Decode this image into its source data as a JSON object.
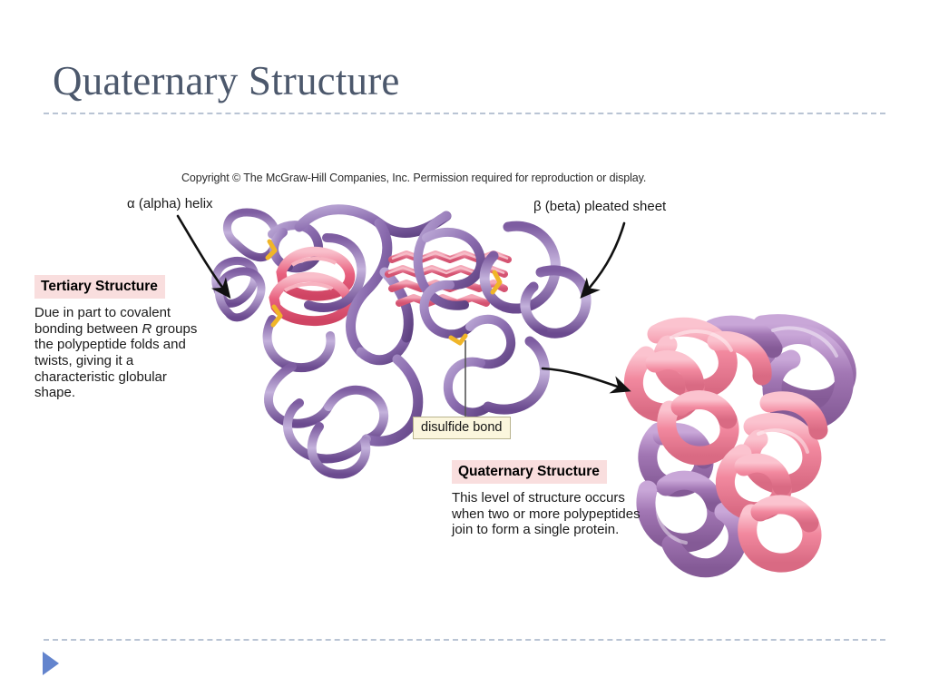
{
  "slide": {
    "title": "Quaternary Structure",
    "background_color": "#ffffff",
    "title_color": "#4c586c",
    "rule_color": "#b9c4d4"
  },
  "figure": {
    "copyright": "Copyright © The McGraw-Hill Companies, Inc. Permission required for reproduction or display.",
    "labels": {
      "alpha_helix": "α (alpha) helix",
      "beta_sheet": "β (beta) pleated sheet",
      "disulfide_bond": "disulfide bond"
    },
    "callouts": [
      {
        "id": "tertiary",
        "heading": "Tertiary Structure",
        "body_pre": "Due in part to covalent bonding between ",
        "body_italic": "R",
        "body_post": " groups the polypeptide folds and twists, giving it a characteristic globular shape.",
        "heading_background": "#f9dede"
      },
      {
        "id": "quaternary",
        "heading": "Quaternary Structure",
        "body": "This level of structure occurs when two or more polypeptides join to form a single protein.",
        "heading_background": "#f9dede"
      }
    ],
    "colors": {
      "ribbon_purple_dark": "#6b4a8f",
      "ribbon_purple_light": "#b9a5d4",
      "helix_pink": "#e8607e",
      "helix_pink_light": "#f7b3c0",
      "sheet_pink": "#e06a86",
      "disulfide_yellow": "#f0b528",
      "tube_pink": "#f2899f",
      "tube_purple": "#a277b4",
      "arrow_black": "#111111",
      "leader_gray": "#555555"
    }
  },
  "footer": {
    "next_arrow_color": "#6384cd",
    "next_arrow_label": "next-slide"
  }
}
